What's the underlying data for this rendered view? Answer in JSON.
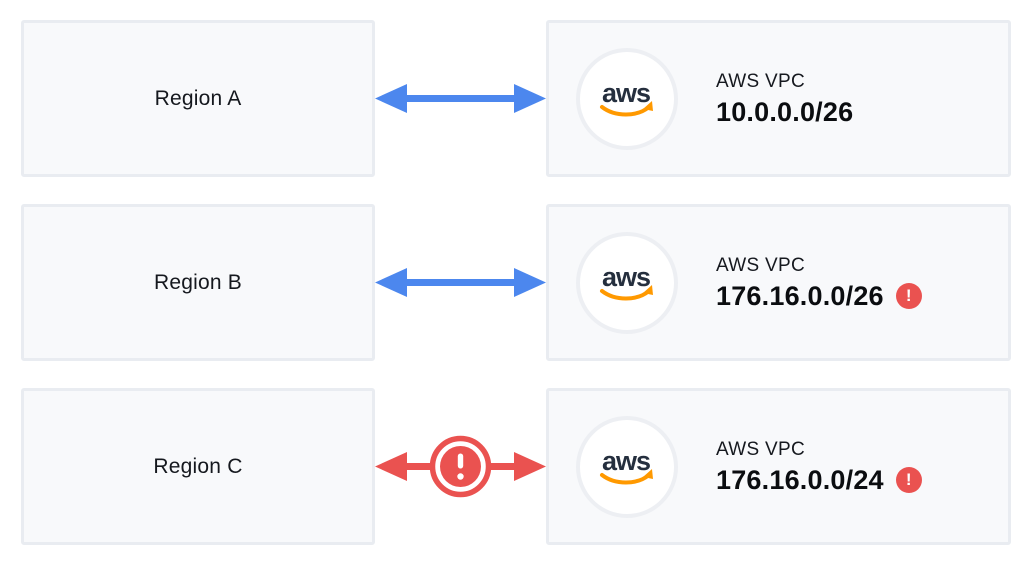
{
  "colors": {
    "box_bg": "#f8f9fb",
    "box_border": "#e9ecf1",
    "arrow_blue": "#4c87ee",
    "warning_red": "#ea5250",
    "aws_navy": "#252f3e",
    "aws_orange": "#ff9900",
    "text_dark": "#15181e"
  },
  "aws_logo_text": "aws",
  "warning_glyph": "!",
  "rows": [
    {
      "region_label": "Region A",
      "link": {
        "type": "bidirectional-arrow",
        "status": "ok"
      },
      "vpc": {
        "provider": "aws",
        "label": "AWS VPC",
        "cidr": "10.0.0.0/26",
        "warning": false
      }
    },
    {
      "region_label": "Region B",
      "link": {
        "type": "bidirectional-arrow",
        "status": "ok"
      },
      "vpc": {
        "provider": "aws",
        "label": "AWS VPC",
        "cidr": "176.16.0.0/26",
        "warning": true
      }
    },
    {
      "region_label": "Region C",
      "link": {
        "type": "bidirectional-arrow",
        "status": "warning"
      },
      "vpc": {
        "provider": "aws",
        "label": "AWS VPC",
        "cidr": "176.16.0.0/24",
        "warning": true
      }
    }
  ]
}
